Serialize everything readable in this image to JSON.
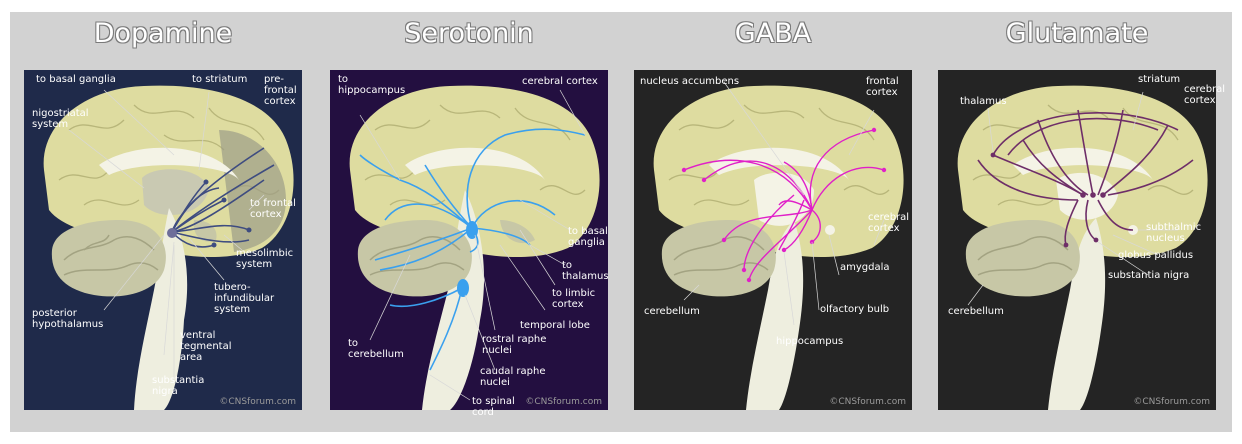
{
  "colors": {
    "background": "#d2d2d2",
    "dopamine_bg": "#1f2a4a",
    "serotonin_bg": "#230f40",
    "gaba_bg": "#242424",
    "glutamate_bg": "#242424",
    "cortex": "#dedca0",
    "cerebellum": "#c7c7a6",
    "stem": "#eeeedf",
    "dopamine_path": "#3e4c80",
    "serotonin_path": "#3aa0ee",
    "gaba_path": "#e020c8",
    "glutamate_path": "#6e2e68"
  },
  "copyright": "©CNSforum.com",
  "panels": [
    {
      "title": "Dopamine",
      "labels": [
        "to basal ganglia",
        "to striatum",
        "pre-\nfrontal\ncortex",
        "nigostriatal\nsystem",
        "to frontal\ncortex",
        "mesolimbic\nsystem",
        "tubero-\ninfundibular\nsystem",
        "posterior\nhypothalamus",
        "ventral\ntegmental\narea",
        "substantia\nnigra"
      ]
    },
    {
      "title": "Serotonin",
      "labels": [
        "to\nhippocampus",
        "cerebral cortex",
        "to basal\nganglia",
        "to\nthalamus",
        "to limbic\ncortex",
        "temporal lobe",
        "rostral raphe\nnuclei",
        "to\ncerebellum",
        "caudal raphe\nnuclei",
        "to spinal\ncord"
      ]
    },
    {
      "title": "GABA",
      "labels": [
        "nucleus accumbens",
        "frontal\ncortex",
        "cerebral\ncortex",
        "amygdala",
        "cerebellum",
        "olfactory bulb",
        "hippocampus"
      ]
    },
    {
      "title": "Glutamate",
      "labels": [
        "striatum",
        "cerebral\ncortex",
        "thalamus",
        "subthalmic\nnucleus",
        "globus pallidus",
        "substantia nigra",
        "cerebellum"
      ]
    }
  ]
}
